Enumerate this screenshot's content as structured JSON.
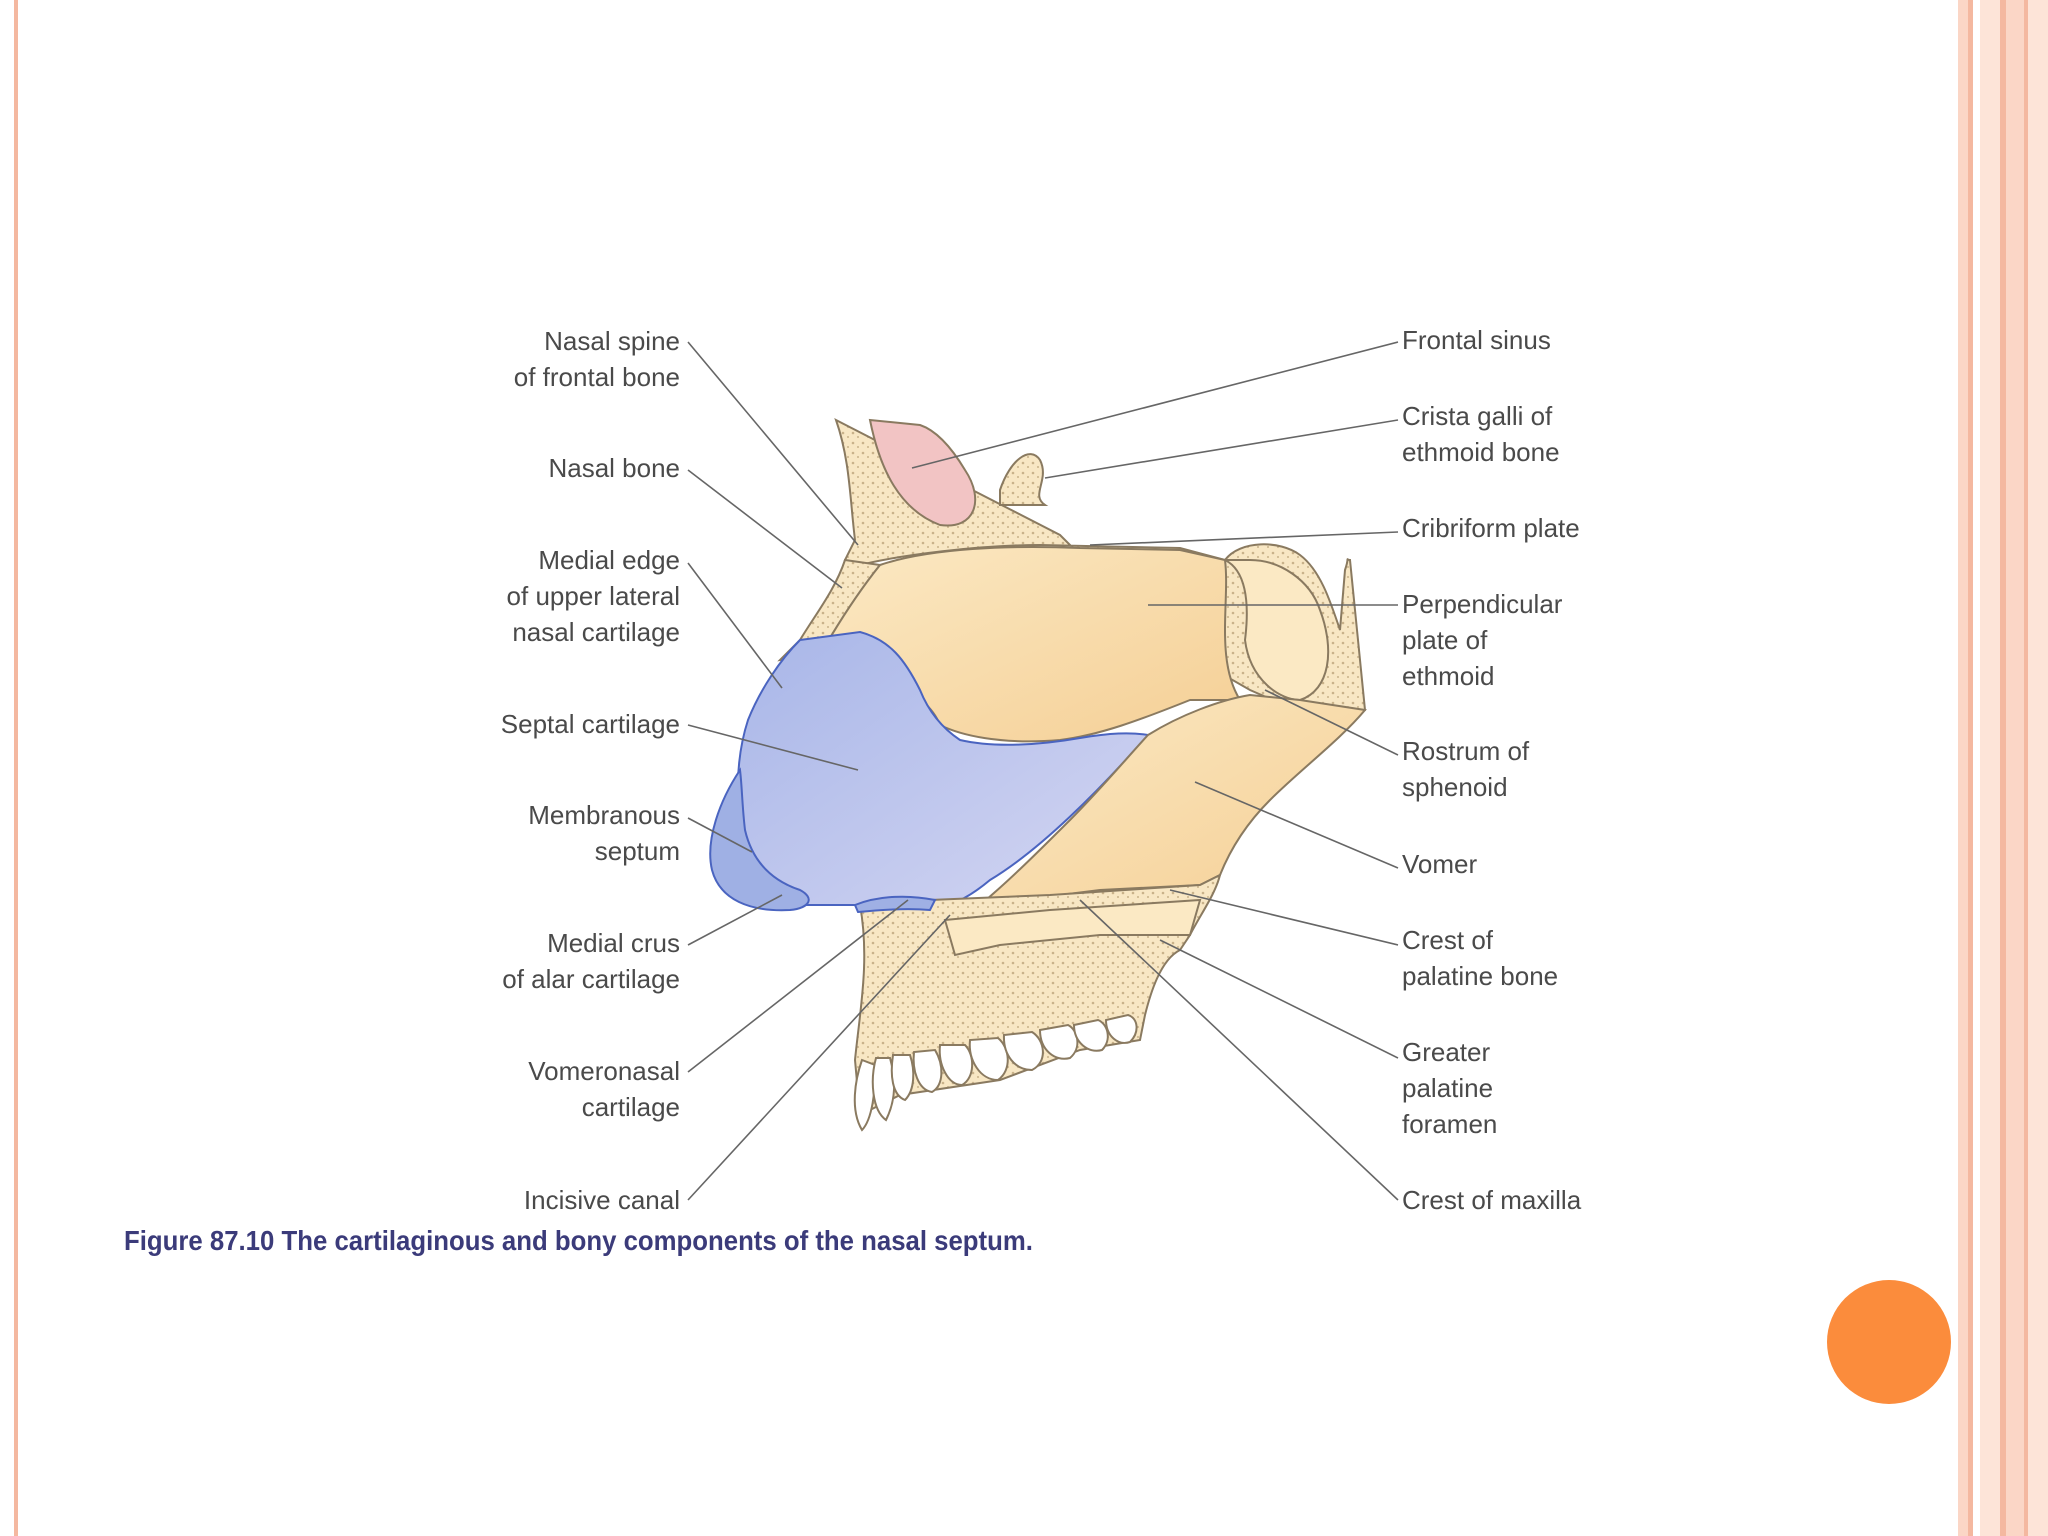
{
  "slide": {
    "colors": {
      "border_outer": "#f4b8a0",
      "border_inner": "#fbd6c6",
      "accent_circle": "#fb8c3c",
      "caption": "#3b3b7a",
      "cartilage": "#b8c3ea",
      "bone": "#f7d9a6",
      "sinus": "#f2c4c4"
    }
  },
  "diagram": {
    "labels_left": [
      {
        "id": "nasal-spine",
        "lines": [
          "Nasal spine",
          "of frontal bone"
        ]
      },
      {
        "id": "nasal-bone",
        "lines": [
          "Nasal bone"
        ]
      },
      {
        "id": "medial-edge",
        "lines": [
          "Medial edge",
          "of upper lateral",
          "nasal cartilage"
        ]
      },
      {
        "id": "septal-cartilage",
        "lines": [
          "Septal cartilage"
        ]
      },
      {
        "id": "membranous-septum",
        "lines": [
          "Membranous",
          "septum"
        ]
      },
      {
        "id": "medial-crus",
        "lines": [
          "Medial crus",
          "of alar cartilage"
        ]
      },
      {
        "id": "vomeronasal",
        "lines": [
          "Vomeronasal",
          "cartilage"
        ]
      },
      {
        "id": "incisive-canal",
        "lines": [
          "Incisive canal"
        ]
      }
    ],
    "labels_right": [
      {
        "id": "frontal-sinus",
        "lines": [
          "Frontal sinus"
        ]
      },
      {
        "id": "crista-galli",
        "lines": [
          "Crista galli of",
          "ethmoid bone"
        ]
      },
      {
        "id": "cribriform",
        "lines": [
          "Cribriform plate"
        ]
      },
      {
        "id": "perpendicular",
        "lines": [
          "Perpendicular",
          "plate of",
          "ethmoid"
        ]
      },
      {
        "id": "rostrum",
        "lines": [
          "Rostrum of",
          "sphenoid"
        ]
      },
      {
        "id": "vomer",
        "lines": [
          "Vomer"
        ]
      },
      {
        "id": "crest-palatine",
        "lines": [
          "Crest of",
          "palatine bone"
        ]
      },
      {
        "id": "greater-palatine",
        "lines": [
          "Greater",
          "palatine",
          "foramen"
        ]
      },
      {
        "id": "crest-maxilla",
        "lines": [
          "Crest of maxilla"
        ]
      }
    ],
    "caption": "Figure 87.10 The cartilaginous and bony components of the nasal septum."
  }
}
